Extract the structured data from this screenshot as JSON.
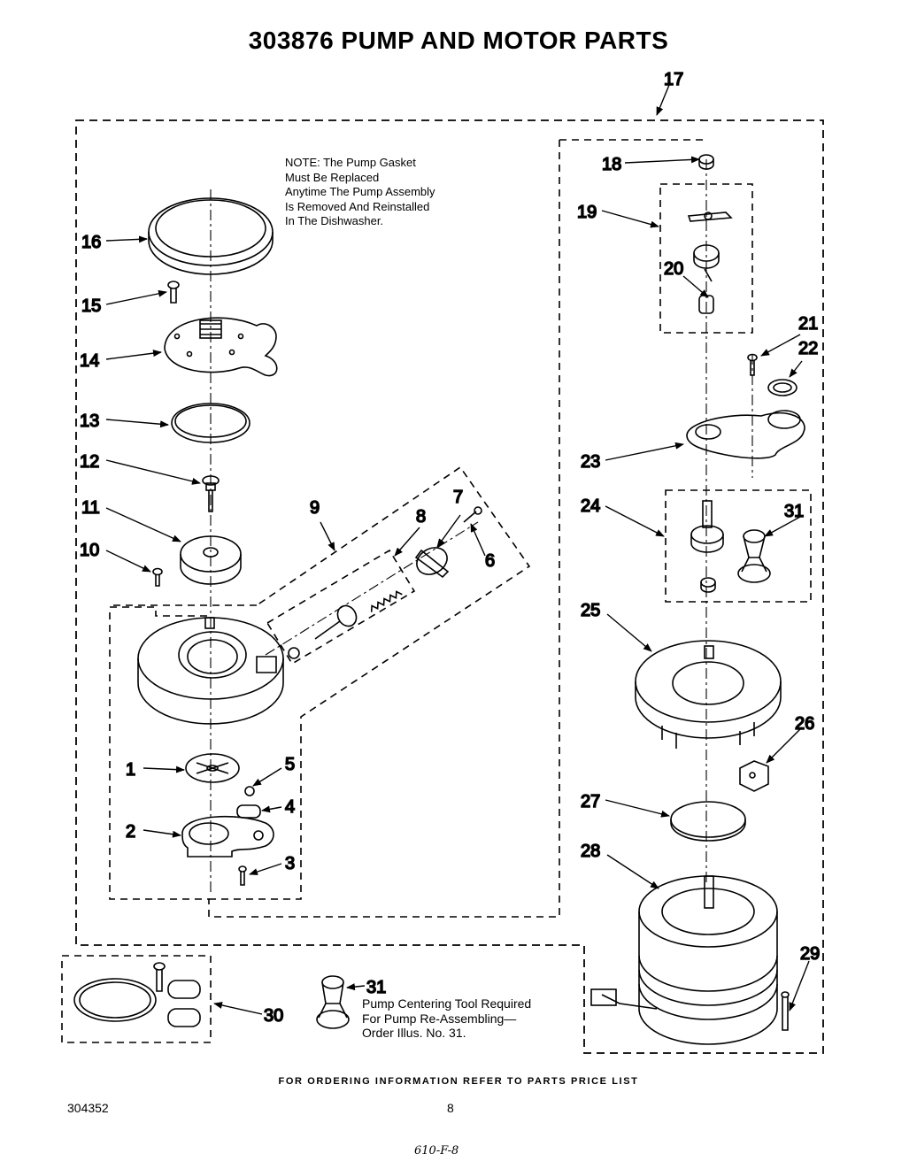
{
  "title": "303876  PUMP AND MOTOR PARTS",
  "note": "NOTE: The Pump Gasket\nMust Be Replaced\nAnytime The Pump Assembly\nIs Removed And Reinstalled\nIn The Dishwasher.",
  "tool_note": "Pump Centering Tool Required\nFor Pump Re-Assembling—\nOrder Illus. No. 31.",
  "footer": "FOR ORDERING INFORMATION REFER TO PARTS PRICE LIST",
  "doc_number": "304352",
  "page_number": "8",
  "handwritten": "610-F-8",
  "callouts": {
    "c1": "1",
    "c2": "2",
    "c3": "3",
    "c4": "4",
    "c5": "5",
    "c6": "6",
    "c7": "7",
    "c8": "8",
    "c9": "9",
    "c10": "10",
    "c11": "11",
    "c12": "12",
    "c13": "13",
    "c14": "14",
    "c15": "15",
    "c16": "16",
    "c17": "17",
    "c18": "18",
    "c19": "19",
    "c20": "20",
    "c21": "21",
    "c22": "22",
    "c23": "23",
    "c24": "24",
    "c25": "25",
    "c26": "26",
    "c27": "27",
    "c28": "28",
    "c29": "29",
    "c30": "30",
    "c31a": "31",
    "c31b": "31"
  }
}
